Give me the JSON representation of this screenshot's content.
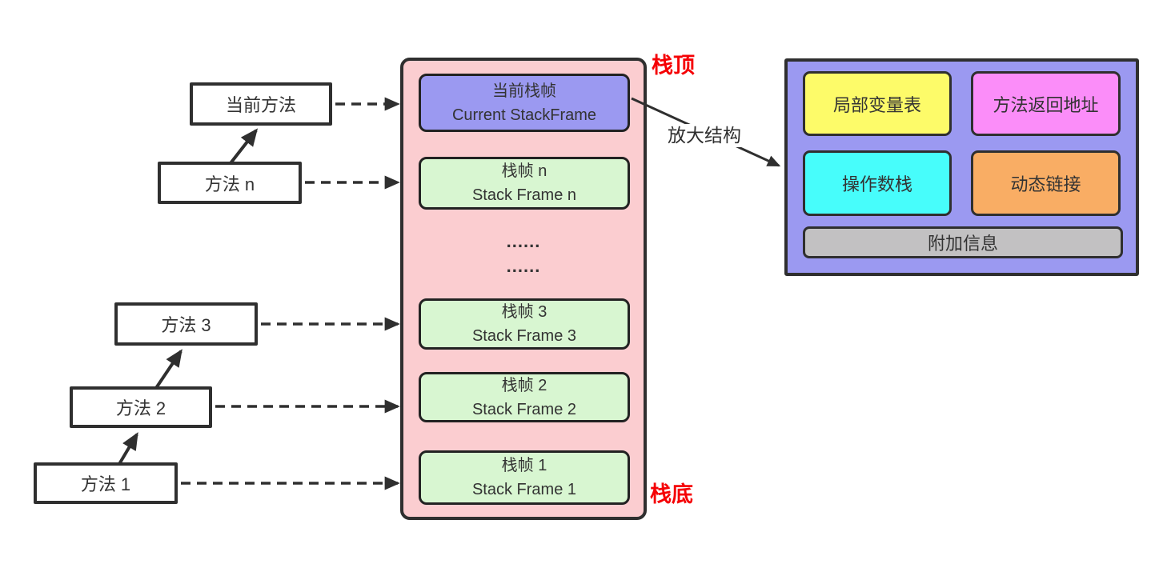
{
  "canvas": {
    "bg": "#ffffff"
  },
  "colors": {
    "stack_bg": "#fbcdd0",
    "frame_purple": "#9b99f1",
    "frame_green": "#d8f6d1",
    "detail_bg": "#9b99f1",
    "label_red": "#f50105",
    "line_dark": "#2f2f2f"
  },
  "stack": {
    "top_label": "栈顶",
    "bottom_label": "栈底",
    "ellipsis_line1": "......",
    "ellipsis_line2": "......",
    "frames": [
      {
        "name": "current-stackframe",
        "line1": "当前栈帧",
        "line2": "Current StackFrame"
      },
      {
        "name": "stack-frame-n",
        "line1": "栈帧 n",
        "line2": "Stack Frame n"
      },
      {
        "name": "stack-frame-3",
        "line1": "栈帧 3",
        "line2": "Stack Frame 3"
      },
      {
        "name": "stack-frame-2",
        "line1": "栈帧 2",
        "line2": "Stack Frame 2"
      },
      {
        "name": "stack-frame-1",
        "line1": "栈帧 1",
        "line2": "Stack Frame 1"
      }
    ]
  },
  "methods": [
    {
      "label": "当前方法"
    },
    {
      "label": "方法 n"
    },
    {
      "label": "方法 3"
    },
    {
      "label": "方法 2"
    },
    {
      "label": "方法 1"
    }
  ],
  "zoom_arrow": {
    "label": "放大结构"
  },
  "frame_detail": {
    "cells": [
      {
        "label": "局部变量表",
        "color": "#fdfb69"
      },
      {
        "label": "方法返回地址",
        "color": "#fb8df9"
      },
      {
        "label": "操作数栈",
        "color": "#47fdfb"
      },
      {
        "label": "动态链接",
        "color": "#f9ad64"
      }
    ],
    "footer_label": "附加信息",
    "footer_color": "#c2c1c2"
  }
}
